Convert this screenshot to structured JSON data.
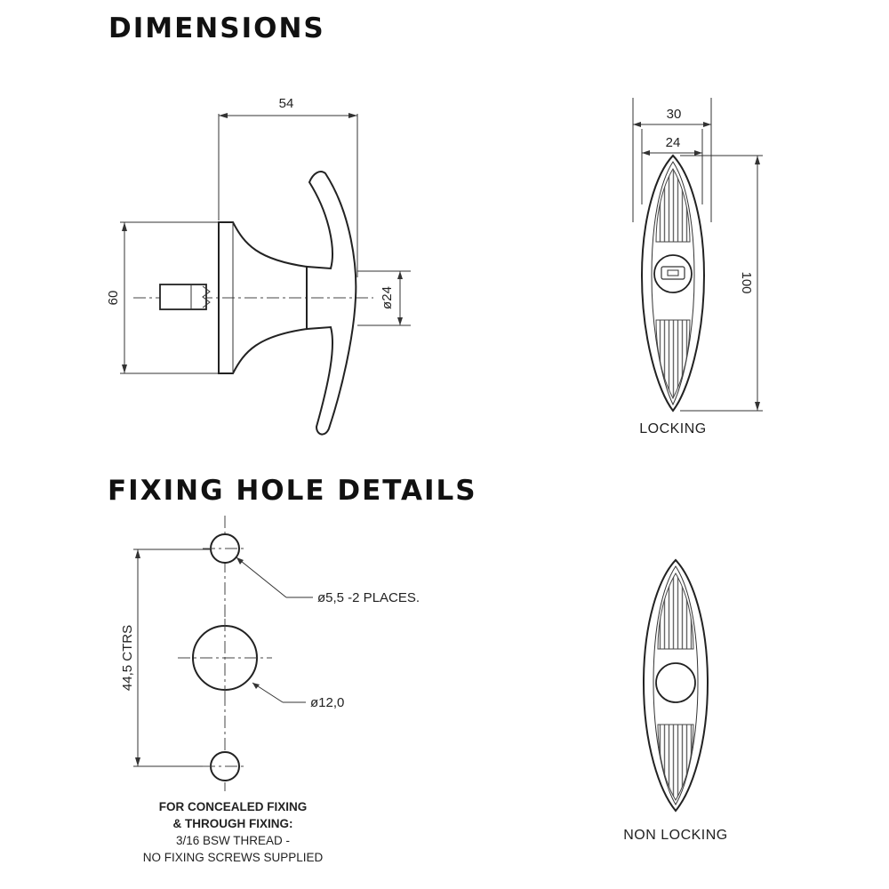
{
  "headings": {
    "dimensions": "DIMENSIONS",
    "fixing": "FIXING HOLE DETAILS"
  },
  "side_view": {
    "width_label": "54",
    "height_label": "60",
    "shaft_label": "ø24"
  },
  "locking_view": {
    "outer_width_label": "30",
    "inner_width_label": "24",
    "height_label": "100",
    "caption": "LOCKING"
  },
  "fixing_view": {
    "small_hole_label": "ø5,5  -2 PLACES.",
    "large_hole_label": "ø12,0",
    "centres_label": "44,5 CTRS"
  },
  "non_locking_view": {
    "caption": "NON LOCKING"
  },
  "notes": {
    "line1": "FOR CONCEALED FIXING",
    "line2": "& THROUGH FIXING:",
    "line3": "3/16 BSW THREAD -",
    "line4": "NO FIXING SCREWS SUPPLIED"
  }
}
